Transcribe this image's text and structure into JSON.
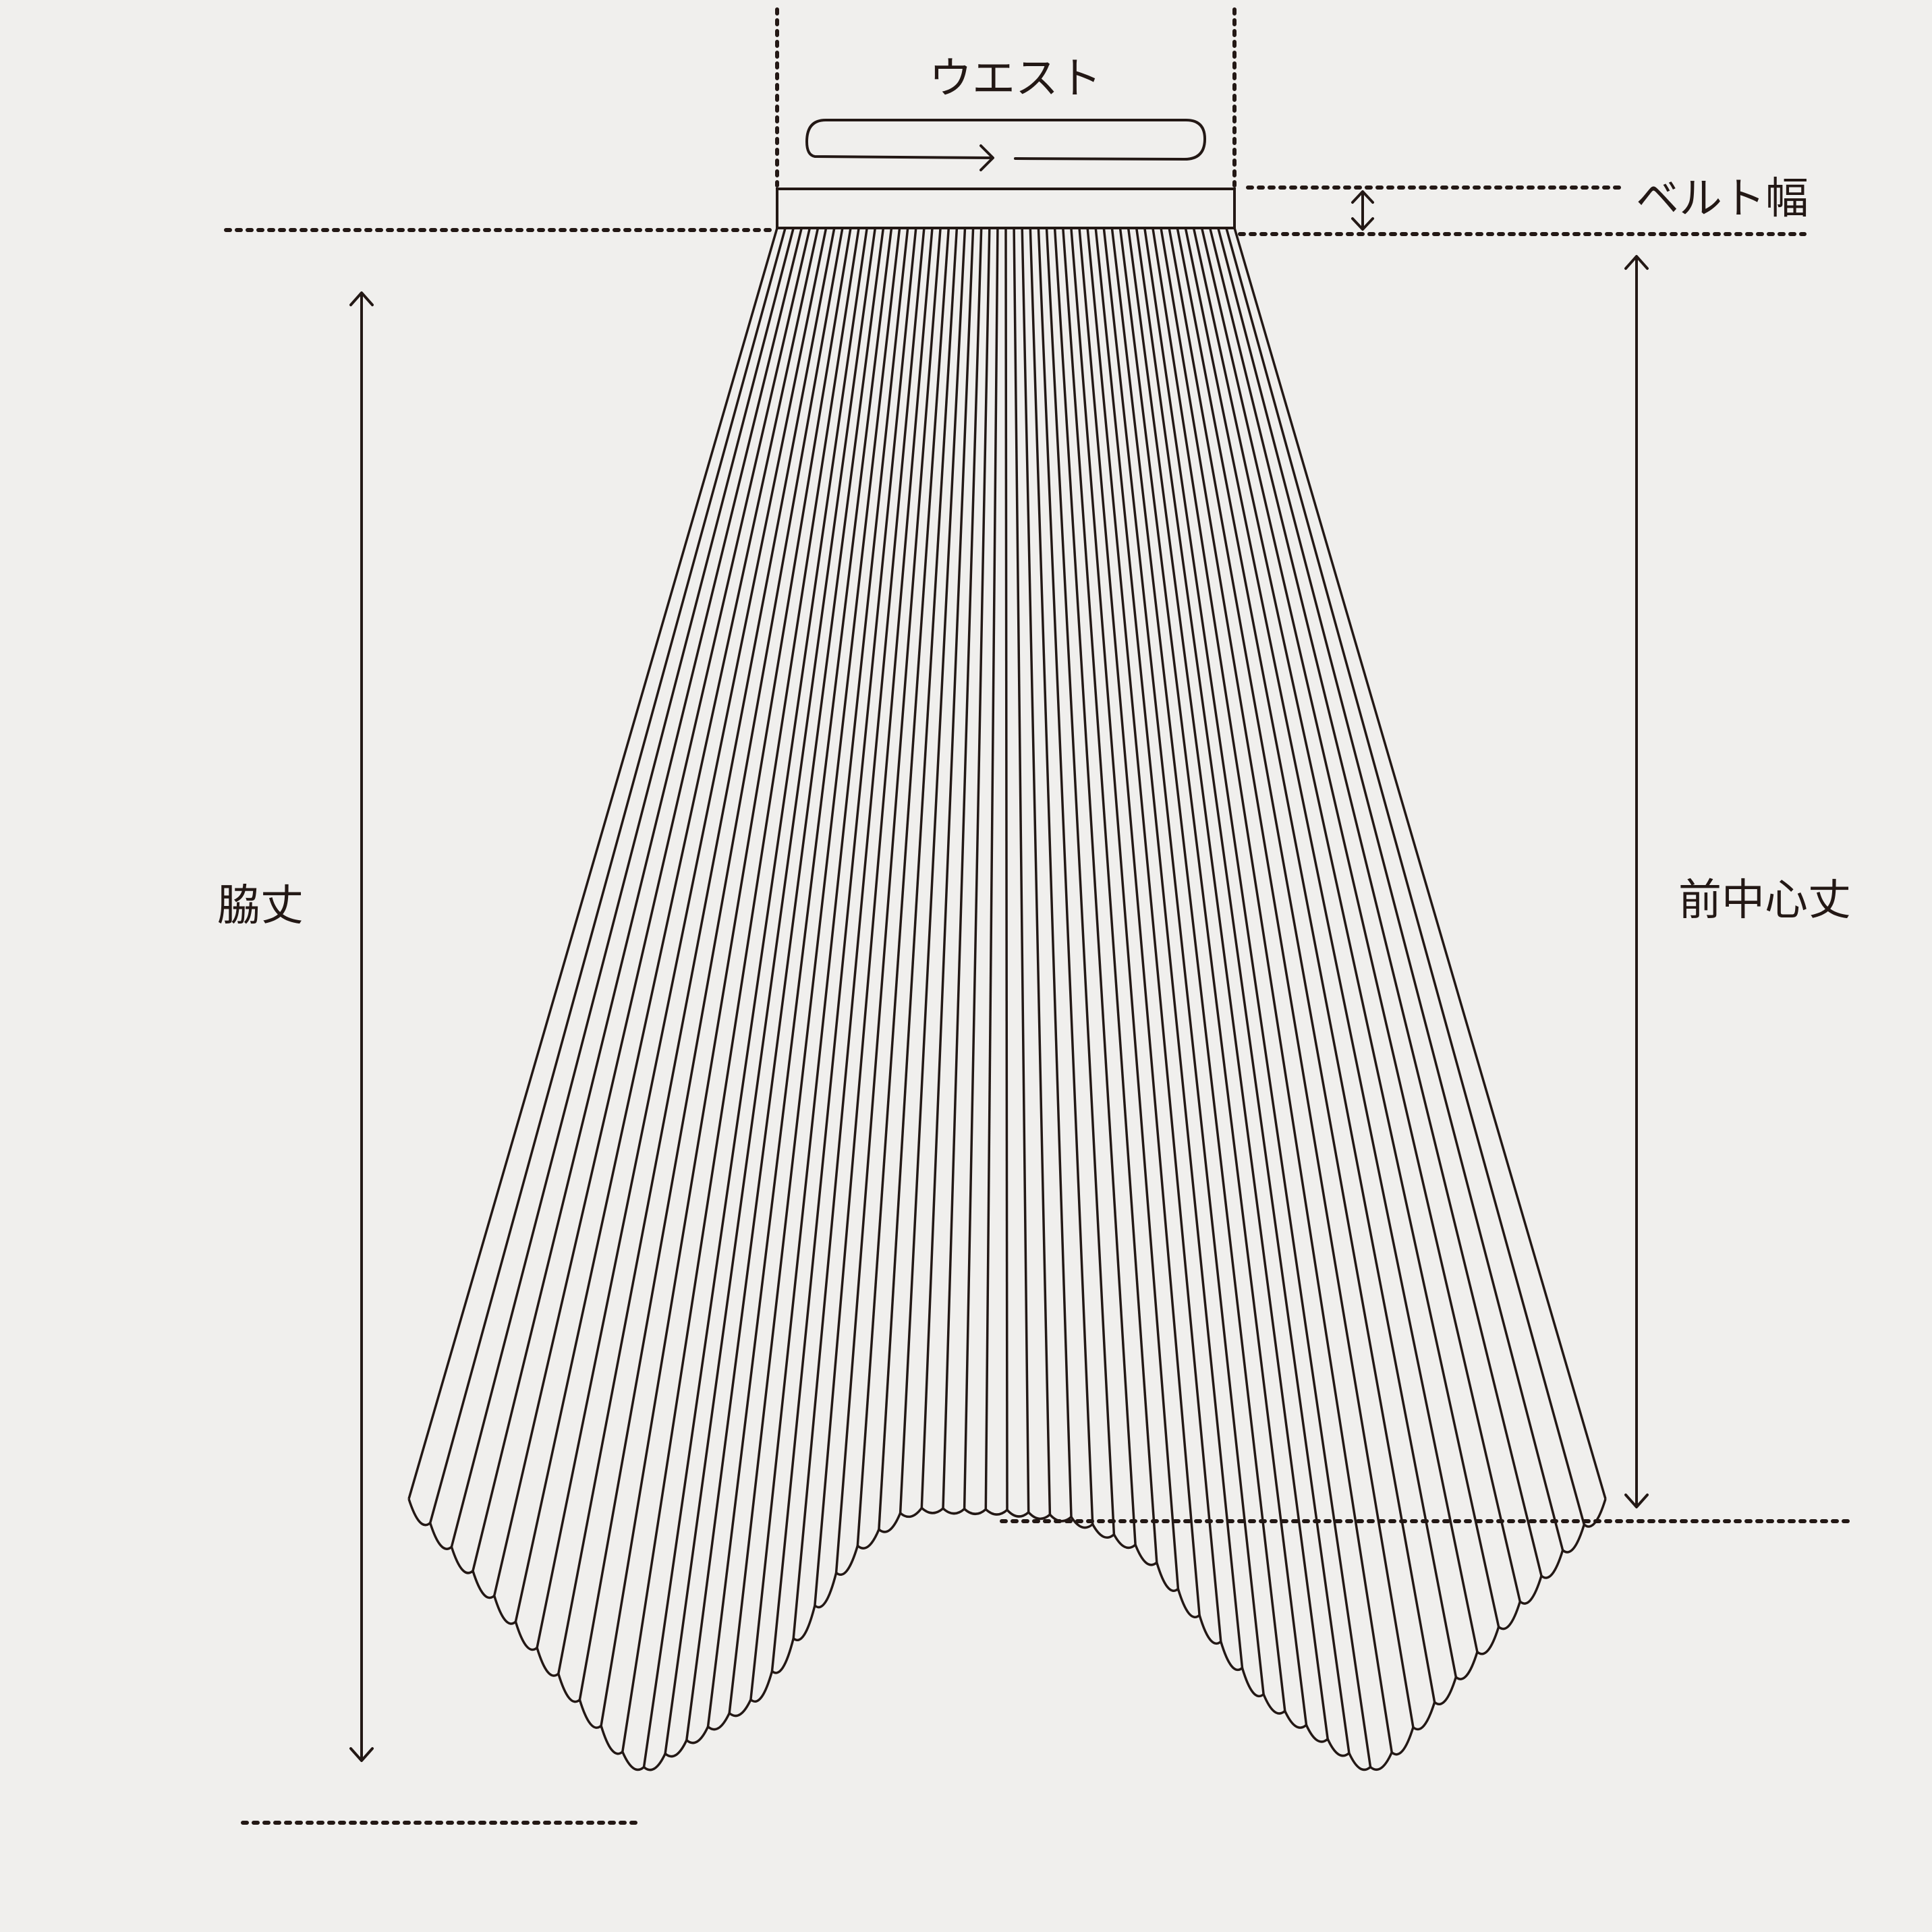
{
  "labels": {
    "waist": "ウエスト",
    "belt_width": "ベルト幅",
    "side_length": "脇丈",
    "front_center_length": "前中心丈"
  },
  "colors": {
    "background": "#f0efed",
    "line": "#231815"
  }
}
